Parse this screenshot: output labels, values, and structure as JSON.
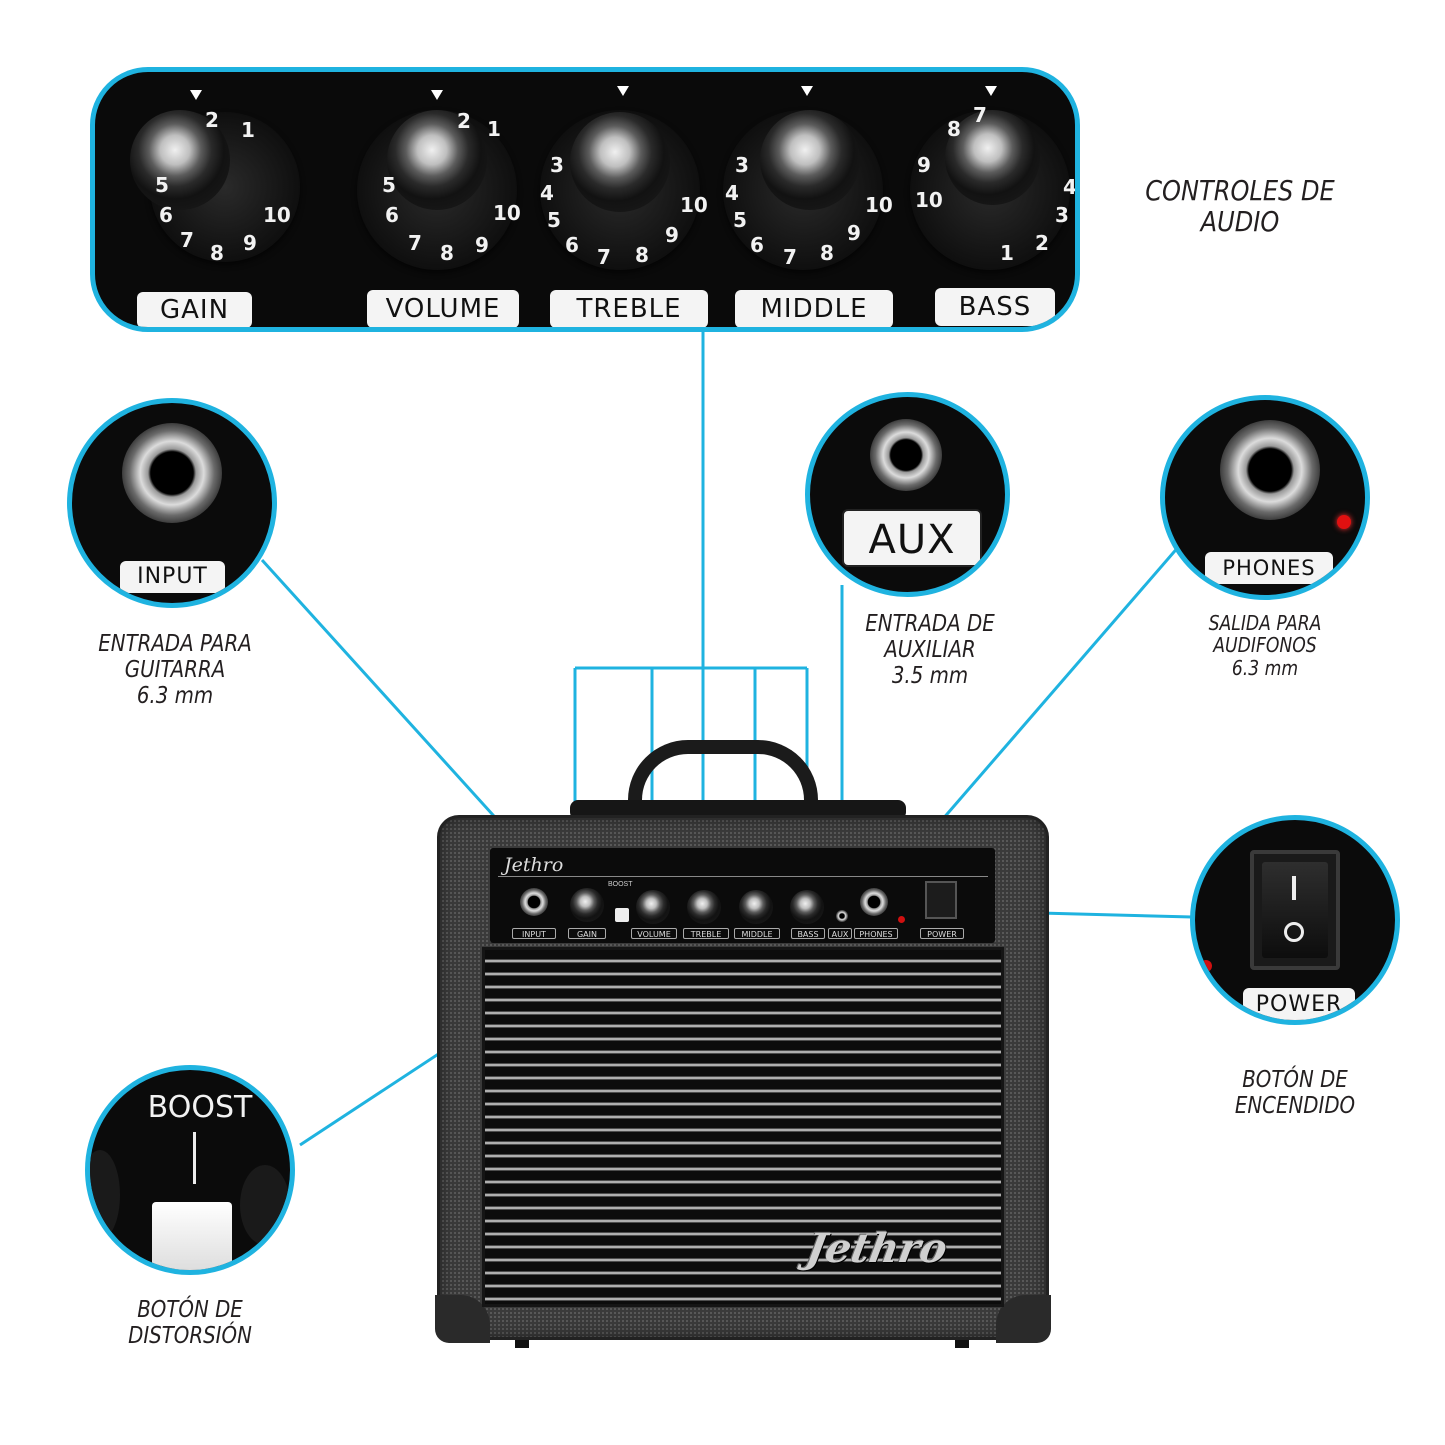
{
  "top_panel": {
    "labels": [
      "GAIN",
      "VOLUME",
      "TREBLE",
      "MIDDLE",
      "BASS"
    ]
  },
  "callouts": {
    "audio_controls": [
      "CONTROLES DE",
      "AUDIO"
    ],
    "guitar_input": [
      "ENTRADA PARA",
      "GUITARRA",
      "6.3 mm"
    ],
    "aux_input": [
      "ENTRADA DE",
      "AUXILIAR",
      "3.5 mm"
    ],
    "headphones_out": [
      "SALIDA PARA",
      "AUDIFONOS",
      "6.3 mm"
    ],
    "power_button": [
      "BOTÓN DE",
      "ENCENDIDO"
    ],
    "distortion_button": [
      "BOTÓN DE",
      "DISTORSIÓN"
    ]
  },
  "zoom_labels": {
    "input": "INPUT",
    "aux": "AUX",
    "phones": "PHONES",
    "power": "POWER",
    "boost": "BOOST"
  },
  "amp": {
    "brand": "Jethro",
    "panel_labels": [
      "INPUT",
      "GAIN",
      "VOLUME",
      "TREBLE",
      "MIDDLE",
      "BASS",
      "AUX",
      "PHONES",
      "POWER"
    ],
    "boost_label": "BOOST"
  },
  "colors": {
    "accent": "#1fb3e0",
    "panel": "#0b0b0b",
    "tolex": "#3a3a3a"
  }
}
